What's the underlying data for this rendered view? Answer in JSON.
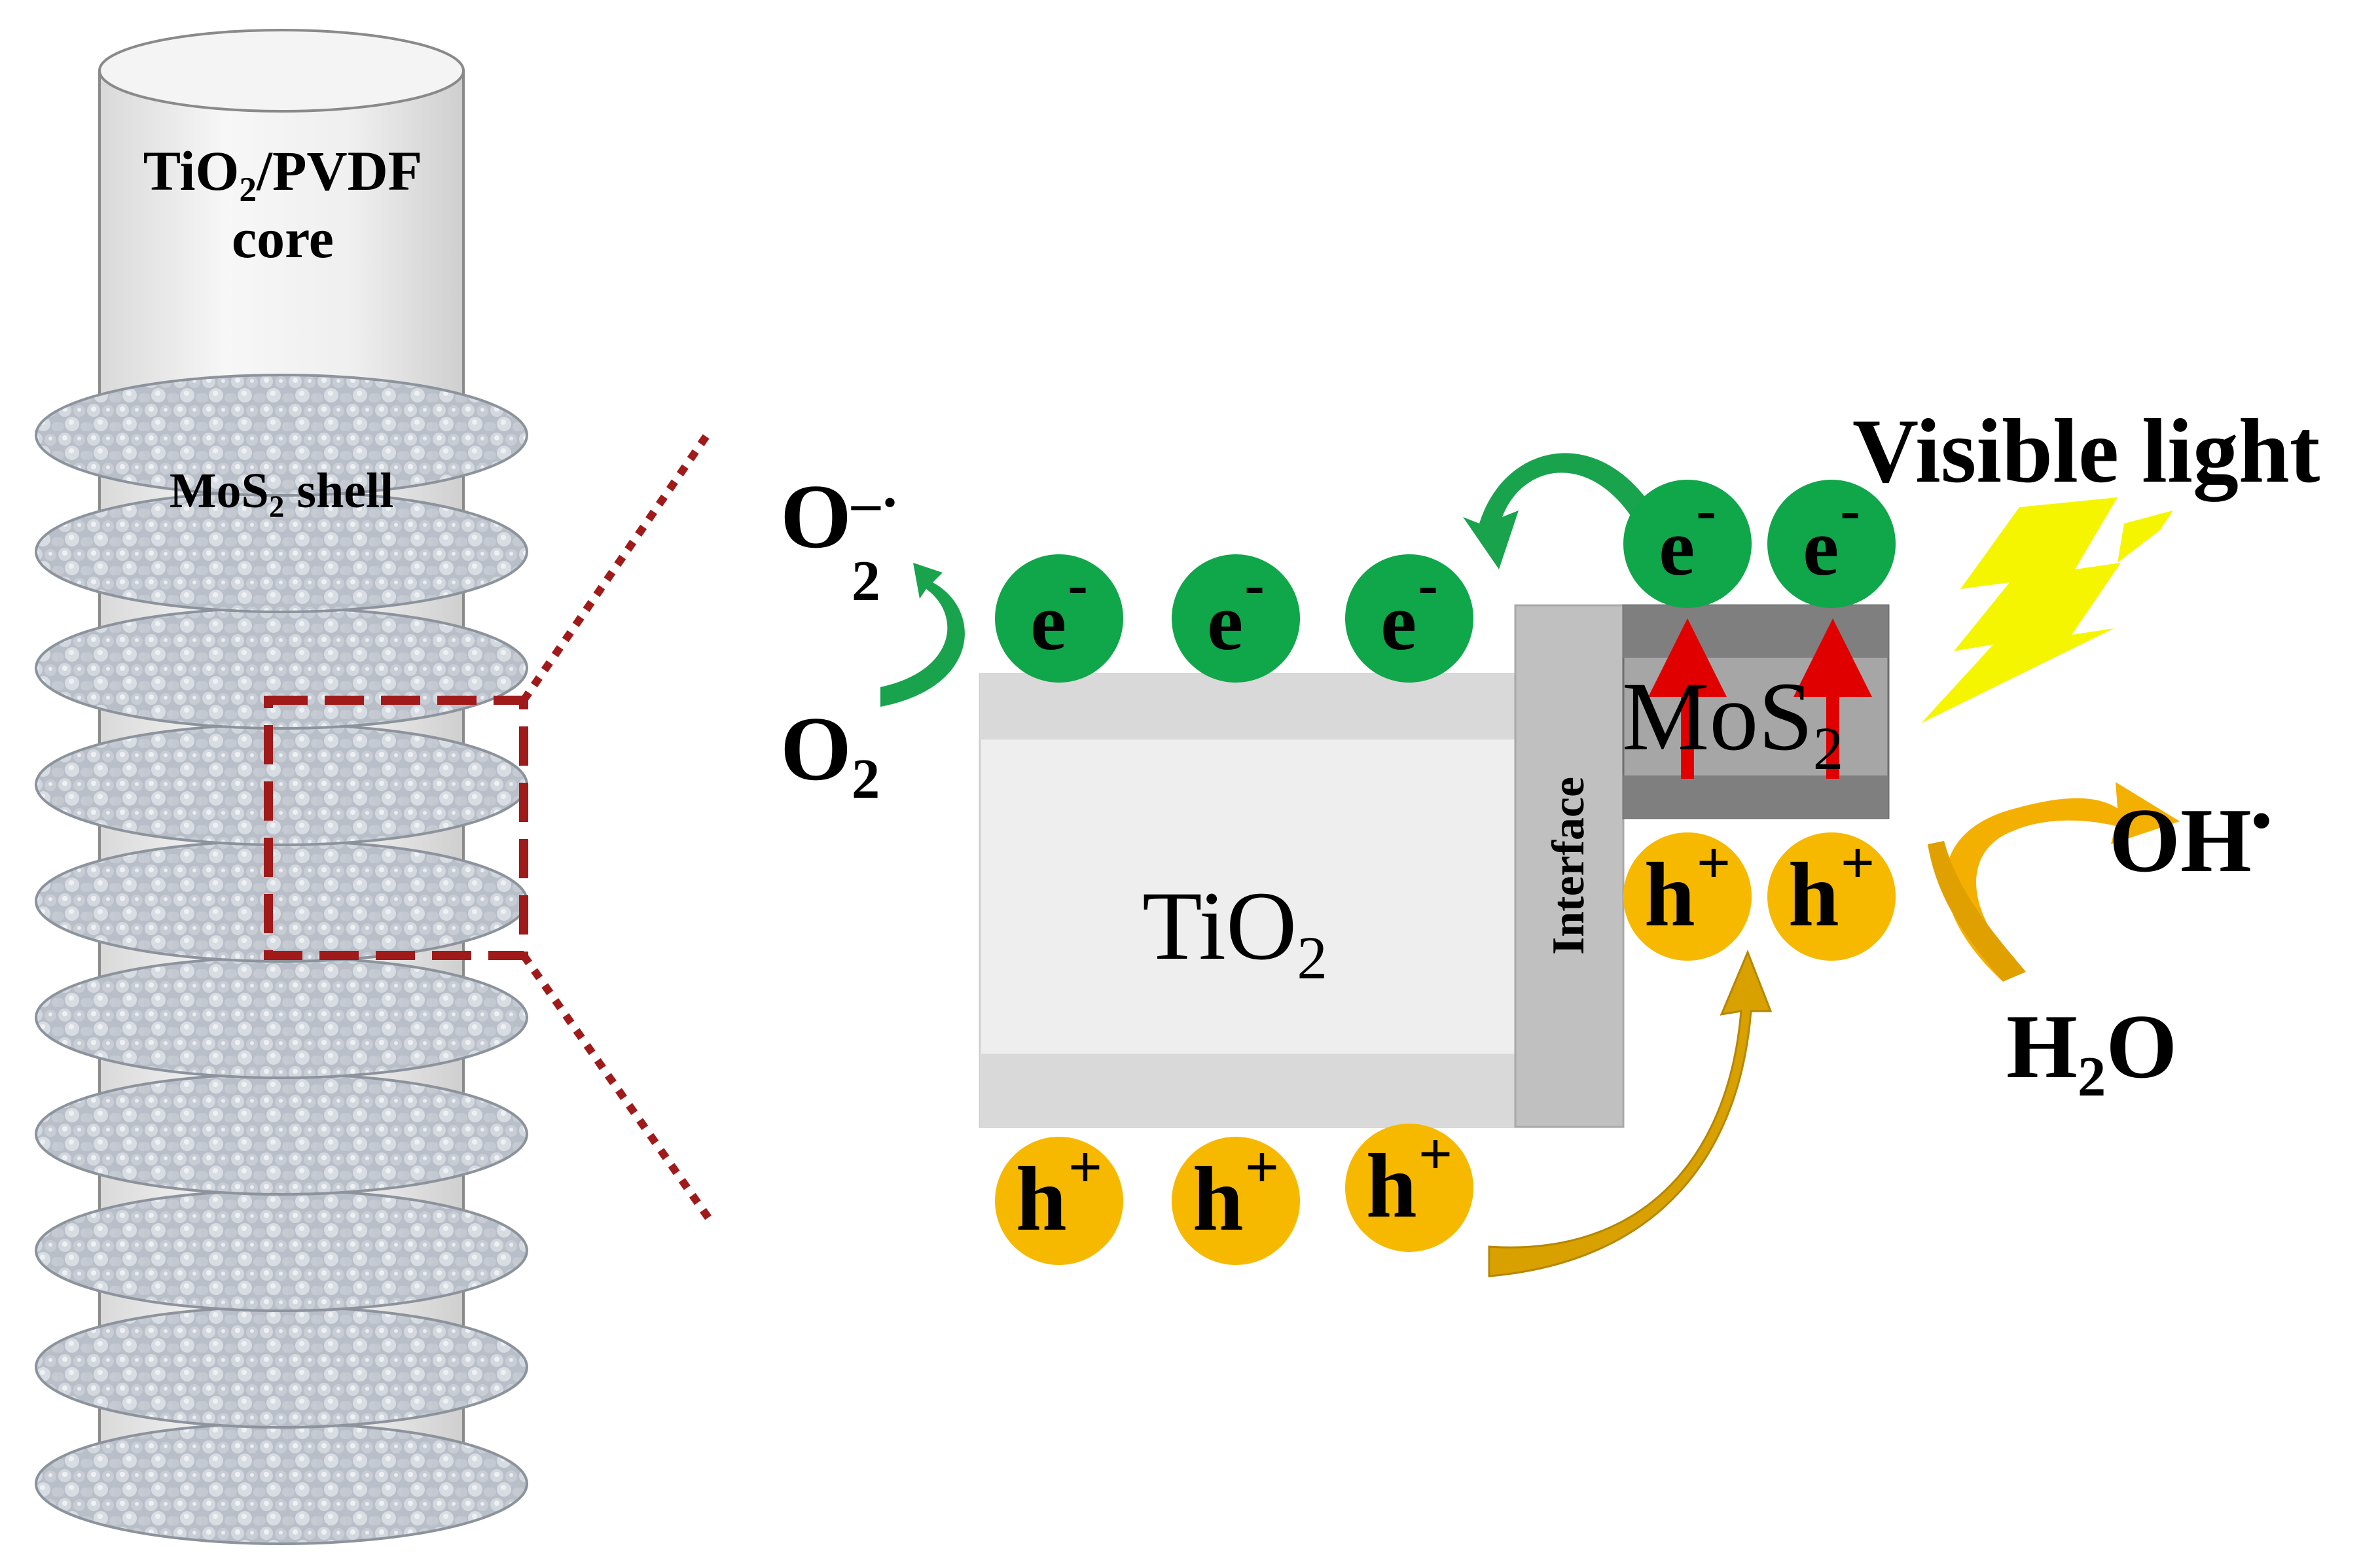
{
  "core_label": {
    "line1_pre": "TiO",
    "line1_sub": "2",
    "line1_post": "/PVDF",
    "line2": "core"
  },
  "shell_label": {
    "pre": "MoS",
    "sub": "2",
    "post": " shell"
  },
  "tio2_label": {
    "pre": "TiO",
    "sub": "2"
  },
  "interface_label": "Interface",
  "mos2_label": {
    "pre": "MoS",
    "sub": "2"
  },
  "visible_light_label": "Visible light",
  "o2_label": {
    "pre": "O",
    "sub": "2"
  },
  "superoxide_label": {
    "pre": "O",
    "sub": "2",
    "sup": "–·"
  },
  "oh_label": {
    "pre": "OH",
    "sup": "•"
  },
  "h2o_label": {
    "pre": "H",
    "sub": "2",
    "post": "O"
  },
  "electron": {
    "symbol": "e",
    "charge": "-"
  },
  "hole": {
    "symbol": "h",
    "charge": "+"
  },
  "colors": {
    "electron": "#10a64a",
    "hole": "#f6b900",
    "arrow_green": "#19a34d",
    "arrow_gold": "#d8a100",
    "arrow_orange": "#f4b000",
    "zoom_box": "#a01a1a",
    "lightning": "#f5f500",
    "excitation_arrow": "#e00000"
  }
}
